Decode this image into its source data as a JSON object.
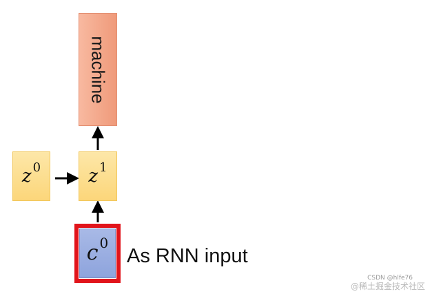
{
  "nodes": {
    "output_word": "machine",
    "z0": {
      "base": "z",
      "sup": "0"
    },
    "z1": {
      "base": "z",
      "sup": "1"
    },
    "c0": {
      "base": "c",
      "sup": "0"
    }
  },
  "annotation": "As RNN input",
  "watermark": {
    "main": "@稀土掘金技术社区",
    "sub": "CSDN @hlfe76"
  },
  "colors": {
    "z_fill": "#fcd67a",
    "output_fill": "#ef9a7a",
    "c_fill": "#8ea4dd",
    "highlight_border": "#e1141b",
    "arrow": "#000000"
  }
}
